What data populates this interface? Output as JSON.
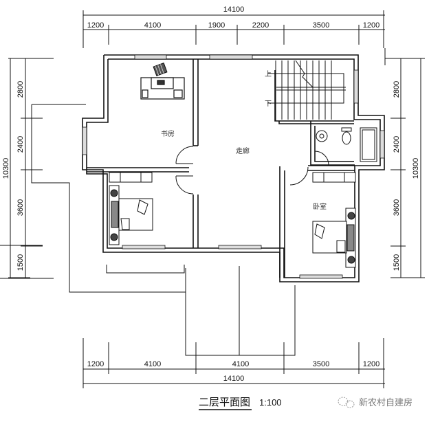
{
  "drawing": {
    "title": "二层平面图",
    "scale": "1:100",
    "watermark": "新农村自建房"
  },
  "dimensions": {
    "top_total": "14100",
    "top_segments": [
      "1200",
      "4100",
      "1900",
      "2200",
      "3500",
      "1200"
    ],
    "bottom_total": "14100",
    "bottom_segments": [
      "1200",
      "4100",
      "4100",
      "3500",
      "1200"
    ],
    "left_total": "10300",
    "left_segments": [
      "2800",
      "2400",
      "3600",
      "1500"
    ],
    "right_total": "10300",
    "right_segments": [
      "2800",
      "2400",
      "3600",
      "1500"
    ]
  },
  "rooms": {
    "study": "书房",
    "corridor": "走廊",
    "bedroom": "卧室"
  },
  "stairs": {
    "up": "上",
    "down": "下"
  },
  "colors": {
    "line": "#111111",
    "background": "#ffffff"
  }
}
